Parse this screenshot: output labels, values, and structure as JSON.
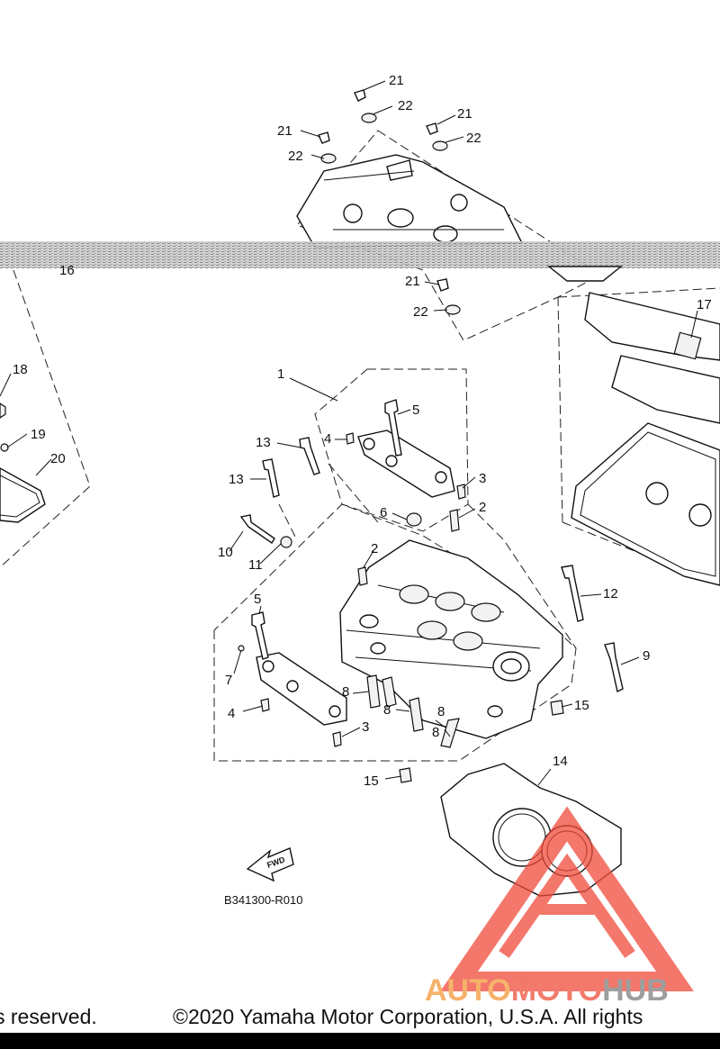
{
  "diagram": {
    "part_code": "B341300-R010",
    "fwd_label": "FWD",
    "callouts": [
      {
        "id": "c21a",
        "text": "21"
      },
      {
        "id": "c22a",
        "text": "22"
      },
      {
        "id": "c21b",
        "text": "21"
      },
      {
        "id": "c22b",
        "text": "22"
      },
      {
        "id": "c21c",
        "text": "21"
      },
      {
        "id": "c22c",
        "text": "22"
      },
      {
        "id": "c21d",
        "text": "21"
      },
      {
        "id": "c22d",
        "text": "22"
      },
      {
        "id": "c16",
        "text": "16"
      },
      {
        "id": "c17",
        "text": "17"
      },
      {
        "id": "c18",
        "text": "18"
      },
      {
        "id": "c19",
        "text": "19"
      },
      {
        "id": "c20",
        "text": "20"
      },
      {
        "id": "c1",
        "text": "1"
      },
      {
        "id": "c5a",
        "text": "5"
      },
      {
        "id": "c4a",
        "text": "4"
      },
      {
        "id": "c13a",
        "text": "13"
      },
      {
        "id": "c13b",
        "text": "13"
      },
      {
        "id": "c3a",
        "text": "3"
      },
      {
        "id": "c6",
        "text": "6"
      },
      {
        "id": "c2a",
        "text": "2"
      },
      {
        "id": "c10",
        "text": "10"
      },
      {
        "id": "c11",
        "text": "11"
      },
      {
        "id": "c2b",
        "text": "2"
      },
      {
        "id": "c12",
        "text": "12"
      },
      {
        "id": "c5b",
        "text": "5"
      },
      {
        "id": "c9",
        "text": "9"
      },
      {
        "id": "c7",
        "text": "7"
      },
      {
        "id": "c8a",
        "text": "8"
      },
      {
        "id": "c4b",
        "text": "4"
      },
      {
        "id": "c8b",
        "text": "8"
      },
      {
        "id": "c8c",
        "text": "8"
      },
      {
        "id": "c8d",
        "text": "8"
      },
      {
        "id": "c15a",
        "text": "15"
      },
      {
        "id": "c3b",
        "text": "3"
      },
      {
        "id": "c14",
        "text": "14"
      },
      {
        "id": "c15b",
        "text": "15"
      }
    ]
  },
  "watermark": {
    "brand_part1": "AUTO",
    "brand_part2": "MOTO",
    "brand_part3": "HUB"
  },
  "footer": {
    "left_text": "s reserved.",
    "right_text": "©2020 Yamaha Motor Corporation, U.S.A. All rights"
  },
  "colors": {
    "logo_red": "#f04a3a",
    "logo_orange": "#f6b26b",
    "logo_gray": "#9e9e9e"
  }
}
